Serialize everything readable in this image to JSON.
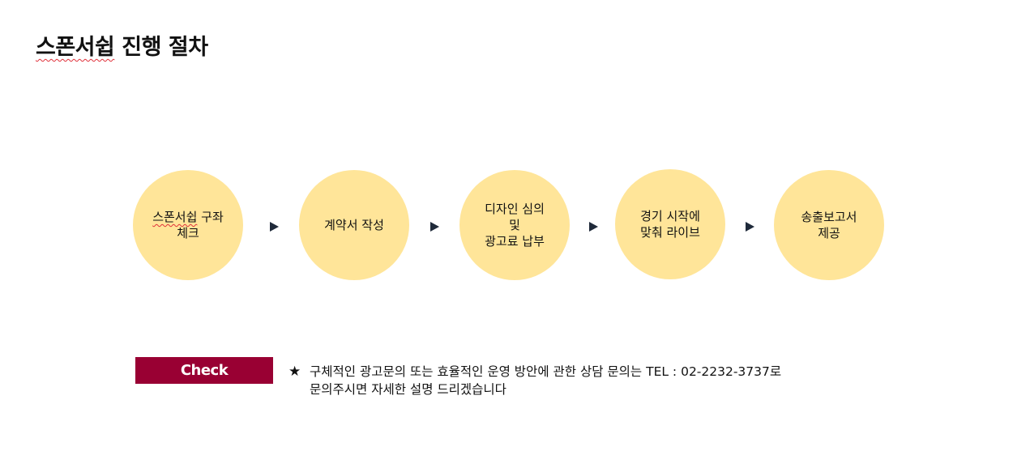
{
  "page_title": {
    "underlined_word": "스폰서쉽",
    "rest": " 진행 절차"
  },
  "steps": [
    {
      "label_prefix": "",
      "underlined_word": "스폰서쉽",
      "label_rest": " 구좌\n체크"
    },
    {
      "label_prefix": "",
      "underlined_word": "",
      "label_rest": "계약서 작성"
    },
    {
      "label_prefix": "",
      "underlined_word": "",
      "label_rest": "디자인 심의\n및\n광고료 납부"
    },
    {
      "label_prefix": "",
      "underlined_word": "",
      "label_rest": "경기 시작에\n맞춰 라이브"
    },
    {
      "label_prefix": "",
      "underlined_word": "",
      "label_rest": "송출보고서\n제공"
    }
  ],
  "check_label": "Check",
  "note": {
    "star": "★",
    "line1": "구체적인 광고문의 또는 효율적인 운영 방안에 관한  상담 문의는  TEL : 02-2232-3737로",
    "line2": "문의주시면 자세한 설명 드리겠습니다"
  },
  "colors": {
    "circle_fill": "#ffe599",
    "check_bg": "#990033",
    "arrow": "#1f2a3a",
    "spell_underline": "#e0303a"
  },
  "icons": {
    "arrow": "triangle-right-icon",
    "note_marker": "star-icon"
  }
}
